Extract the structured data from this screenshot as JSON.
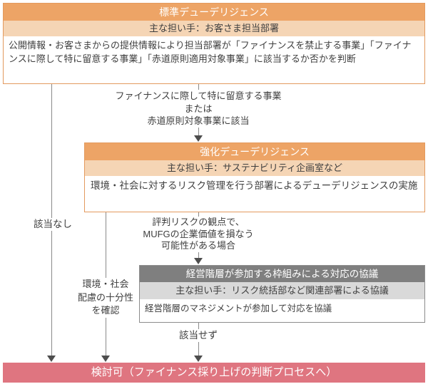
{
  "diagram": {
    "standard_box": {
      "title": "標準デューデリジェンス",
      "owner": "主な担い手：お客さま担当部署",
      "body": "公開情報・お客さまからの提供情報により担当部署が「ファイナンスを禁止する事業」「ファイナンスに際して特に留意する事業」「赤道原則適用対象事業」に該当するか否かを判断"
    },
    "enhanced_box": {
      "title": "強化デューデリジェンス",
      "owner": "主な担い手：サステナビリティ企画室など",
      "body": "環境・社会に対するリスク管理を行う部署によるデューデリジェンスの実施"
    },
    "management_box": {
      "title": "経営階層が参加する枠組みによる対応の協議",
      "owner": "主な担い手：リスク統括部など関連部署による協議",
      "body": "経営階層のマネジメントが参加して対応を協議"
    },
    "result_bar": {
      "label": "検討可（ファイナンス採り上げの判断プロセスへ）"
    },
    "connector_labels": {
      "to_enhanced": "ファイナンスに際して特に留意する事業\nまたは\n赤道原則対象事業に該当",
      "no_match": "該当なし",
      "env_social_check": "環境・社会\n配慮の十分性\nを確認",
      "reputation_risk": "評判リスクの観点で、\nMUFGの企業価値を損なう\n可能性がある場合",
      "not_applicable": "該当せず"
    },
    "colors": {
      "orange_header": "#eda466",
      "orange_light": "#f5d5b5",
      "orange_border": "#e39a5e",
      "gray_header": "#7f7f7f",
      "gray_light": "#d9d9d9",
      "result_red": "#df7580",
      "line_gray": "#8a8a8a",
      "text_dark": "#3f3f3f"
    }
  }
}
